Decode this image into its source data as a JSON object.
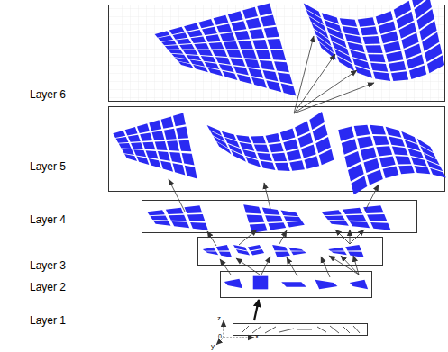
{
  "diagram": {
    "labels": [
      "Layer 6",
      "Layer 5",
      "Layer 4",
      "Layer 3",
      "Layer 2",
      "Layer 1",
      "z",
      "y",
      "0",
      "x"
    ]
  }
}
